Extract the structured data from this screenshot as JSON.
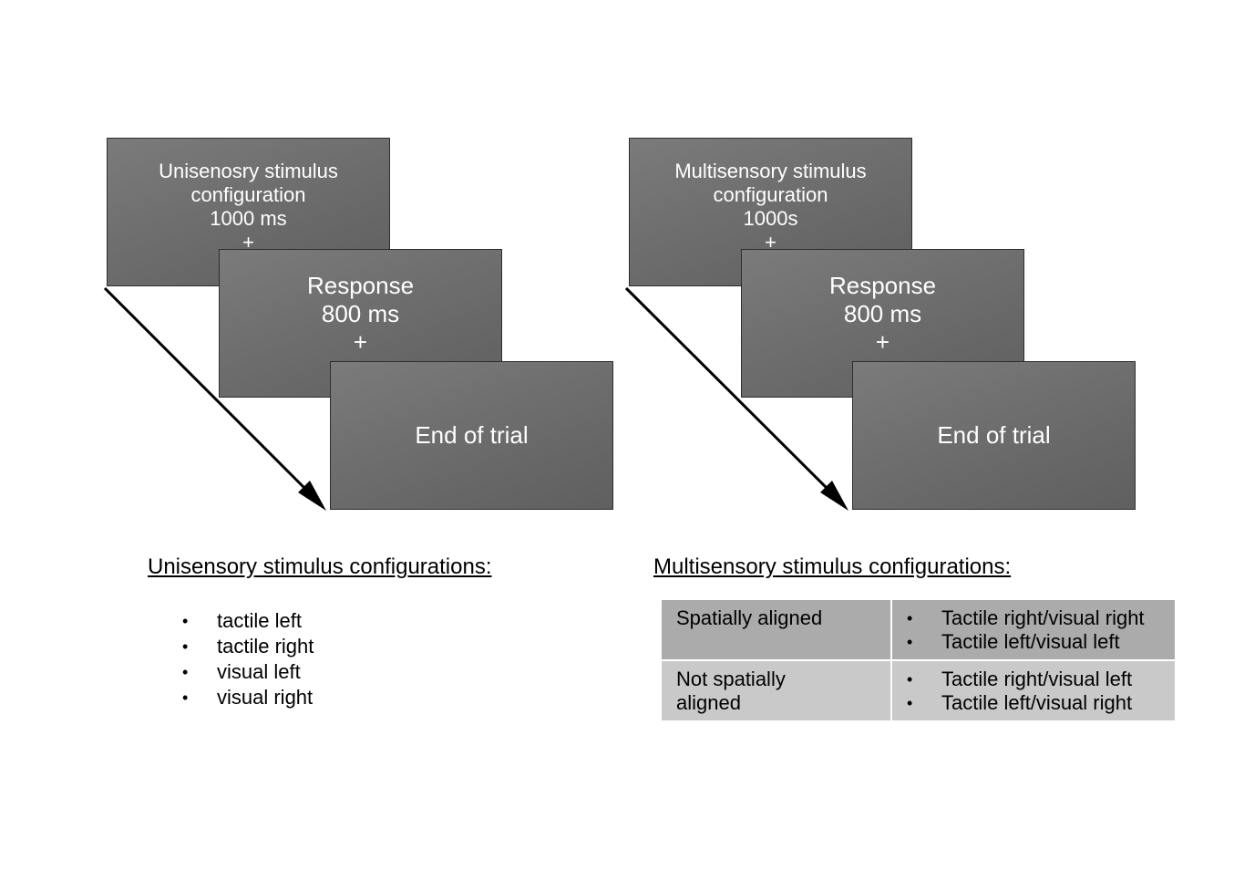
{
  "unisensory_panel": {
    "screens": [
      {
        "lines": [
          "Unisenosry stimulus",
          "configuration",
          "1000 ms",
          "+"
        ]
      },
      {
        "lines": [
          "Response",
          "800 ms",
          "+"
        ]
      },
      {
        "lines": [
          "End of trial"
        ]
      }
    ],
    "heading": "Unisensory stimulus configurations:",
    "items": [
      "tactile left",
      "tactile right",
      "visual left",
      "visual right"
    ]
  },
  "multisensory_panel": {
    "screens": [
      {
        "lines": [
          "Multisensory stimulus",
          "configuration",
          "1000s",
          "+"
        ]
      },
      {
        "lines": [
          "Response",
          "800 ms",
          "+"
        ]
      },
      {
        "lines": [
          "End of trial"
        ]
      }
    ],
    "heading": "Multisensory stimulus configurations:",
    "table": [
      {
        "label_lines": [
          "Spatially aligned"
        ],
        "items": [
          "Tactile right/visual right",
          "Tactile left/visual left"
        ]
      },
      {
        "label_lines": [
          "Not spatially",
          "aligned"
        ],
        "items": [
          "Tactile right/visual left",
          "Tactile left/visual right"
        ]
      }
    ]
  },
  "colors": {
    "screen_fill": "#6e6e6e",
    "screen_text": "#ffffff",
    "table_row_1": "#ababab",
    "table_row_2": "#c9c9c9"
  }
}
